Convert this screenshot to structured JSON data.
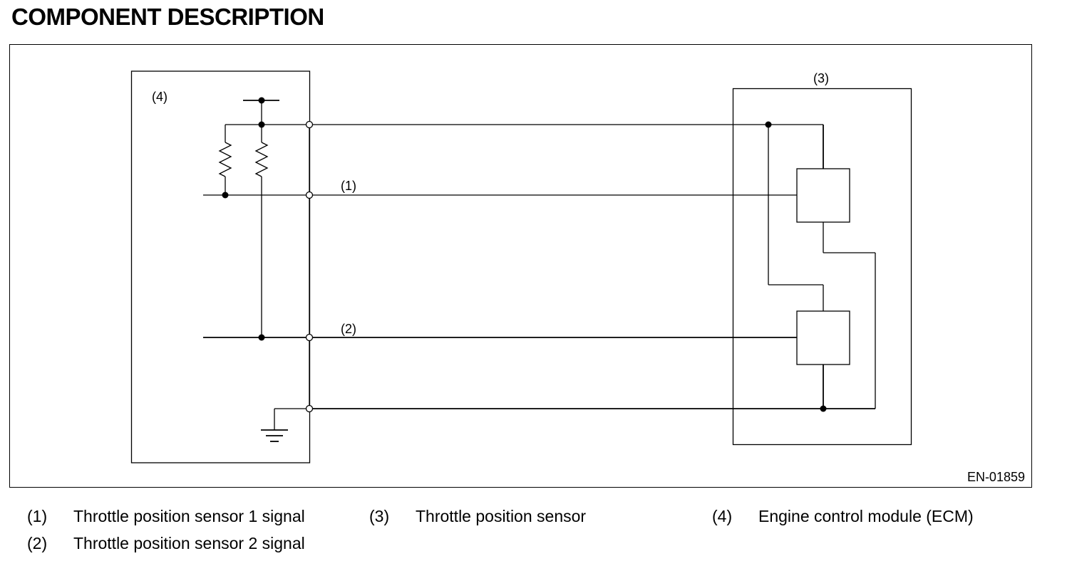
{
  "page": {
    "title": "COMPONENT DESCRIPTION"
  },
  "diagram": {
    "labels": {
      "ecm": "(4)",
      "sensor": "(3)",
      "signal1": "(1)",
      "signal2": "(2)"
    },
    "figure_code": "EN-01859"
  },
  "legend": [
    {
      "num": "(1)",
      "text": "Throttle position sensor 1 signal"
    },
    {
      "num": "(2)",
      "text": "Throttle position sensor 2 signal"
    },
    {
      "num": "(3)",
      "text": "Throttle position sensor"
    },
    {
      "num": "(4)",
      "text": "Engine control module (ECM)"
    }
  ]
}
